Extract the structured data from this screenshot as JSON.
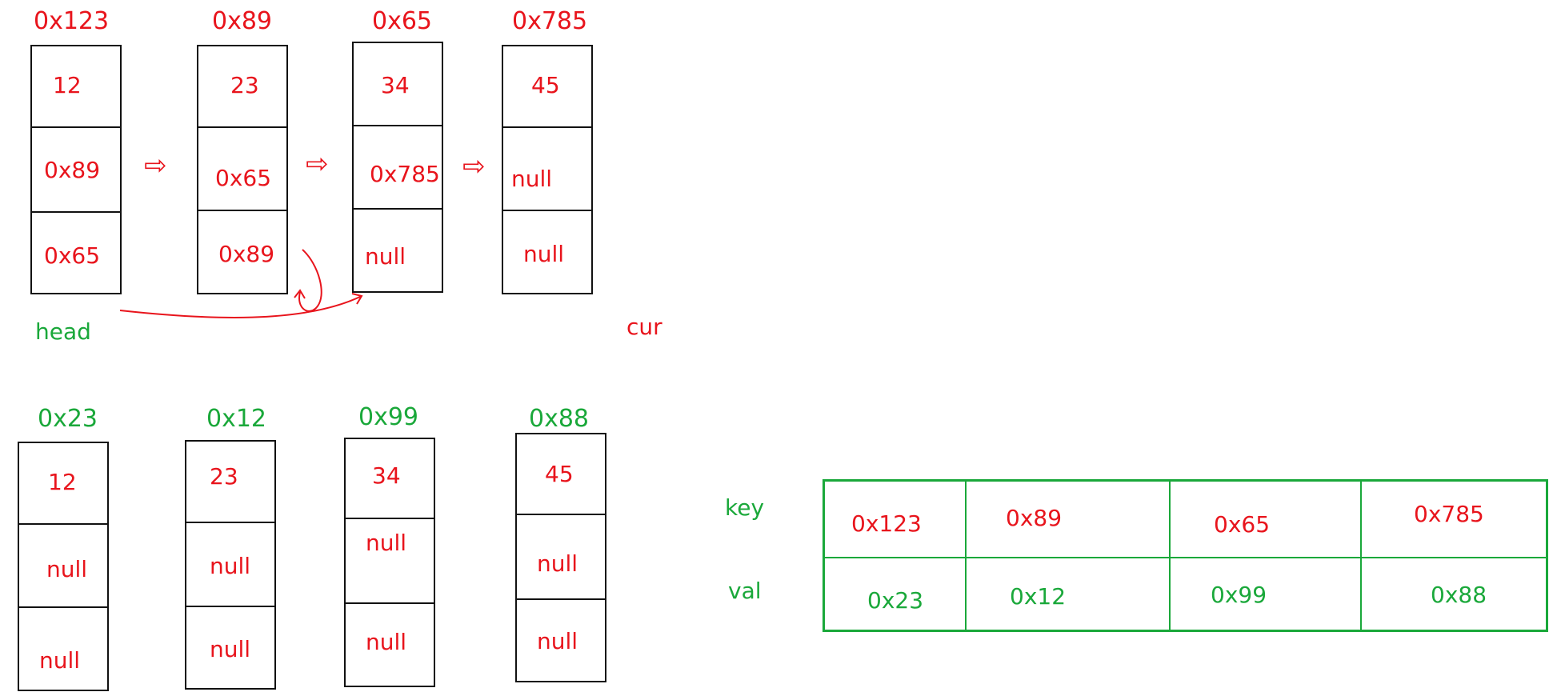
{
  "colors": {
    "red": "#e8141c",
    "green": "#1aa83a",
    "black": "#111111"
  },
  "original_list": {
    "addresses": [
      "0x123",
      "0x89",
      "0x65",
      "0x785"
    ],
    "nodes": [
      {
        "val": "12",
        "next": "0x89",
        "random": "0x65"
      },
      {
        "val": "23",
        "next": "0x65",
        "random": "0x89"
      },
      {
        "val": "34",
        "next": "0x785",
        "random": "null"
      },
      {
        "val": "45",
        "next": "null",
        "random": "null"
      }
    ],
    "arrow_glyph": "⇨",
    "head_label": "head",
    "cur_label": "cur"
  },
  "copied_list": {
    "addresses": [
      "0x23",
      "0x12",
      "0x99",
      "0x88"
    ],
    "nodes": [
      {
        "val": "12",
        "next": "null",
        "random": "null"
      },
      {
        "val": "23",
        "next": "null",
        "random": "null"
      },
      {
        "val": "34",
        "next": "null",
        "random": "null"
      },
      {
        "val": "45",
        "next": "null",
        "random": "null"
      }
    ]
  },
  "map": {
    "key_label": "key",
    "val_label": "val",
    "keys": [
      "0x123",
      "0x89",
      "0x65",
      "0x785"
    ],
    "vals": [
      "0x23",
      "0x12",
      "0x99",
      "0x88"
    ]
  }
}
